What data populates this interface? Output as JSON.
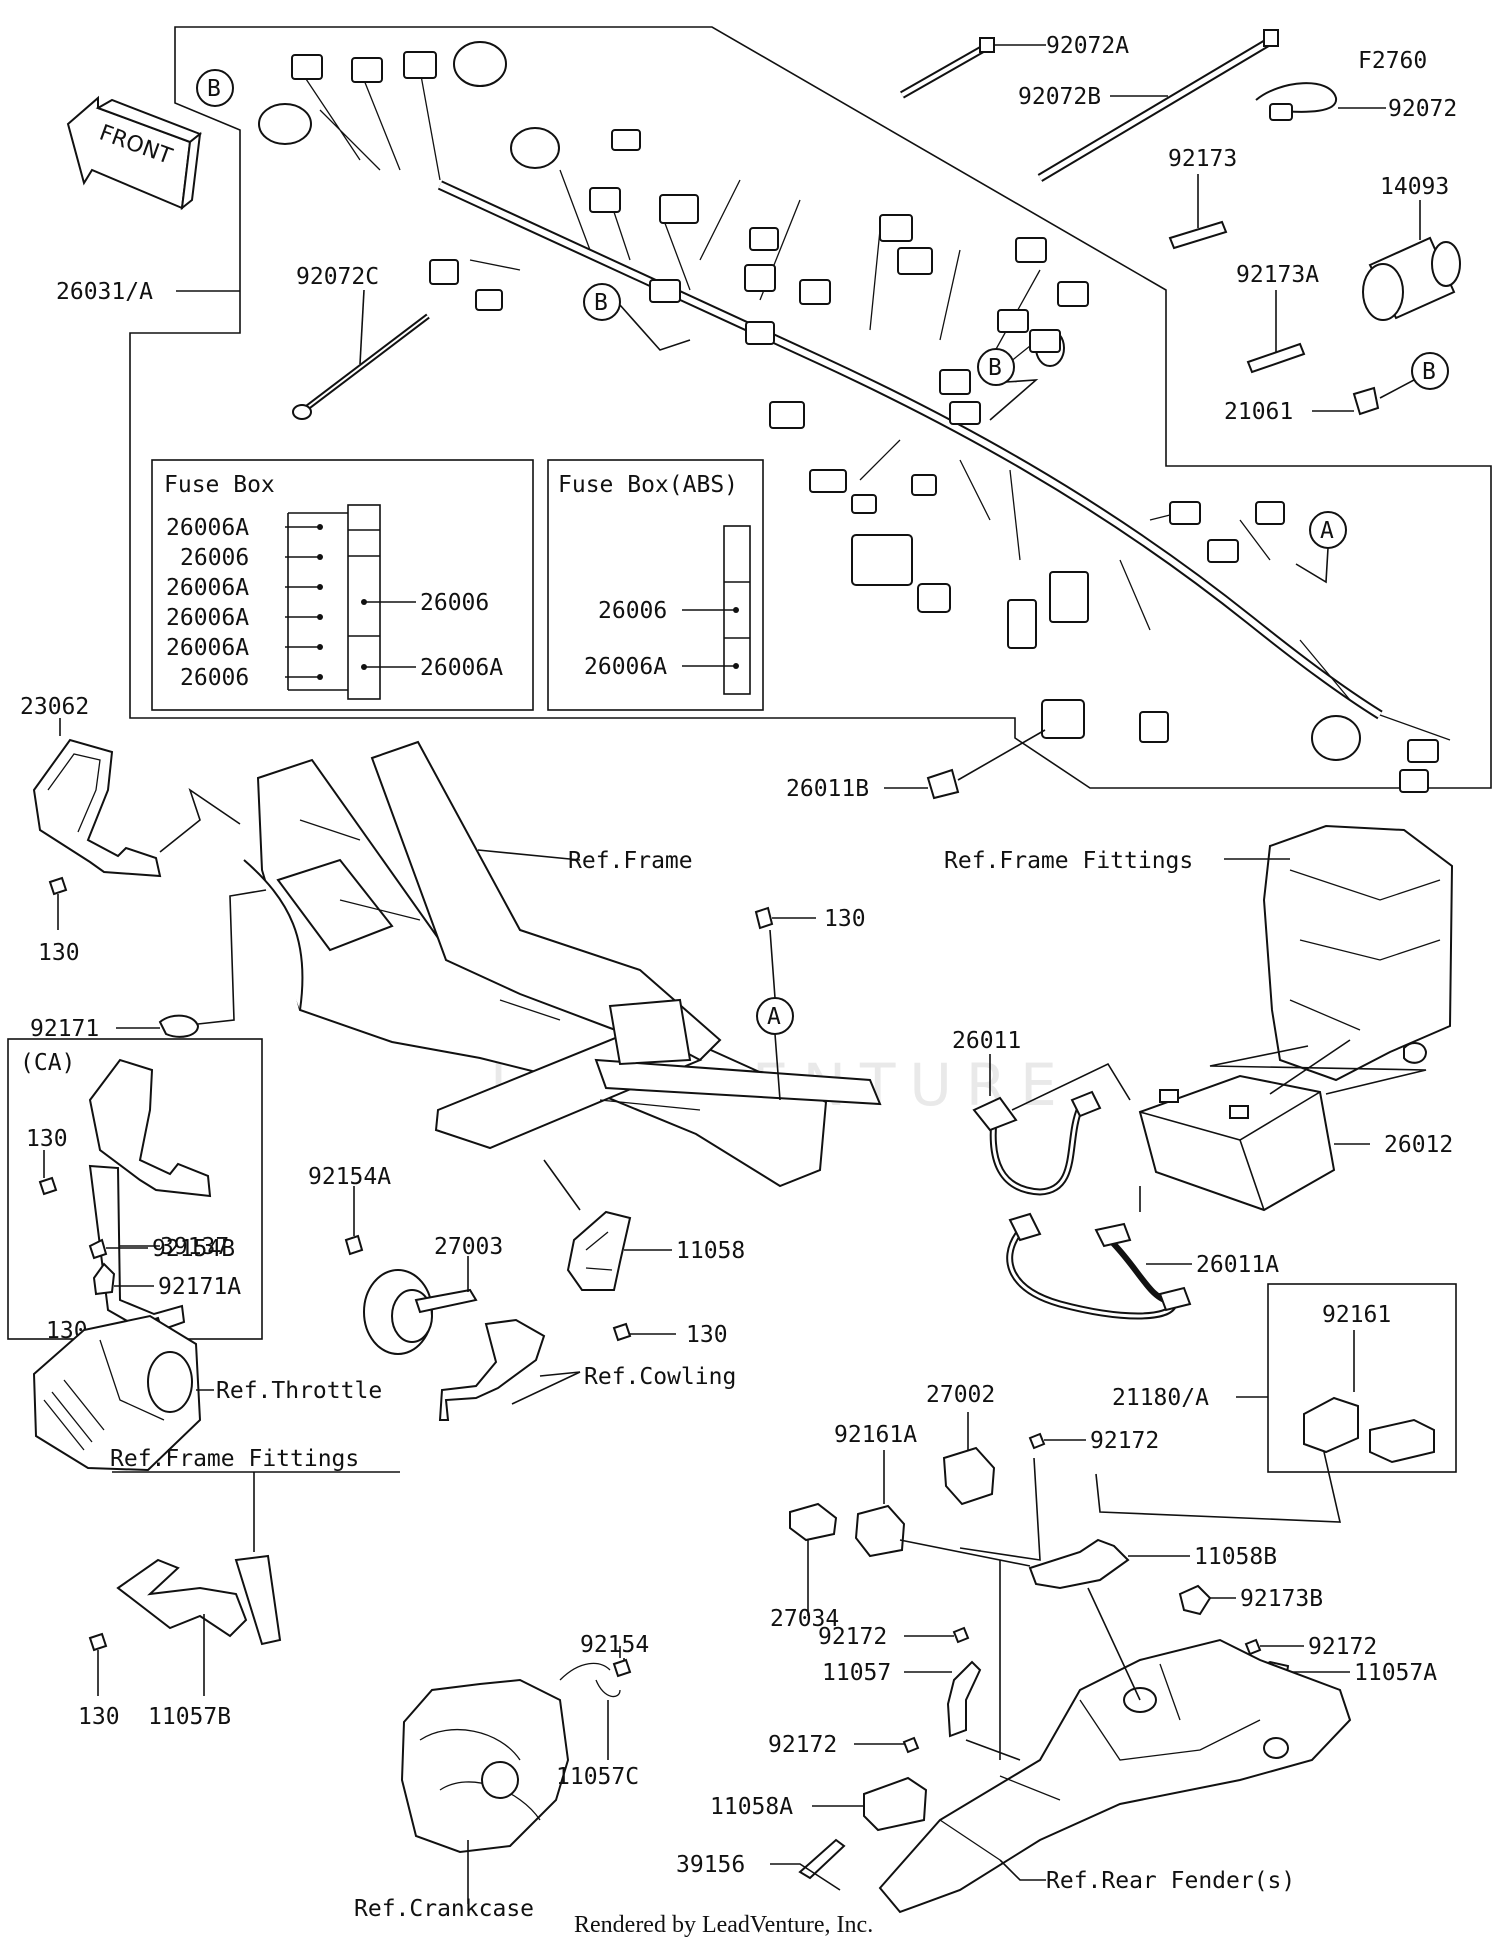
{
  "figure_code": "F2760",
  "front_label": "FRONT",
  "watermark": "LEADVENTURE",
  "footer": "Rendered by LeadVenture, Inc.",
  "fuse_box": {
    "title": "Fuse Box",
    "left_labels": [
      "26006A",
      "26006",
      "26006A",
      "26006A",
      "26006A",
      "26006"
    ],
    "right_labels": [
      "26006",
      "26006A"
    ]
  },
  "fuse_box_abs": {
    "title": "Fuse Box(ABS)",
    "labels": [
      "26006",
      "26006A"
    ]
  },
  "ca_box": {
    "title": "(CA)"
  },
  "callouts": {
    "A": "A",
    "B": "B"
  },
  "parts": {
    "p92072A": "92072A",
    "p92072B": "92072B",
    "p92072": "92072",
    "p92173": "92173",
    "p14093": "14093",
    "p92173A": "92173A",
    "p21061": "21061",
    "p26031A": "26031/A",
    "p92072C": "92072C",
    "p26011B": "26011B",
    "p23062": "23062",
    "p130a": "130",
    "p92171": "92171",
    "ref_frame": "Ref.Frame",
    "p130b": "130",
    "ref_frame_fittings": "Ref.Frame Fittings",
    "p26011": "26011",
    "p26012": "26012",
    "p26011A": "26011A",
    "p130c": "130",
    "p39137": "39137",
    "p130d": "130",
    "p11058": "11058",
    "p130e": "130",
    "p92154A": "92154A",
    "p27003": "27003",
    "p92154B": "92154B",
    "p92171A": "92171A",
    "ref_throttle": "Ref.Throttle",
    "ref_cowling": "Ref.Cowling",
    "p27002": "27002",
    "p92161A": "92161A",
    "p92172a": "92172",
    "p21180A": "21180/A",
    "p92161": "92161",
    "p11058B": "11058B",
    "p27034": "27034",
    "p92173B": "92173B",
    "p92172b": "92172",
    "p92172c": "92172",
    "p11057A": "11057A",
    "p11057": "11057",
    "p92172d": "92172",
    "p11058A": "11058A",
    "p39156": "39156",
    "ref_rear_fender": "Ref.Rear Fender(s)",
    "ref_frame_fittings2": "Ref.Frame Fittings",
    "p92154": "92154",
    "p130f": "130",
    "p11057B": "11057B",
    "p11057C": "11057C",
    "ref_crankcase": "Ref.Crankcase"
  }
}
